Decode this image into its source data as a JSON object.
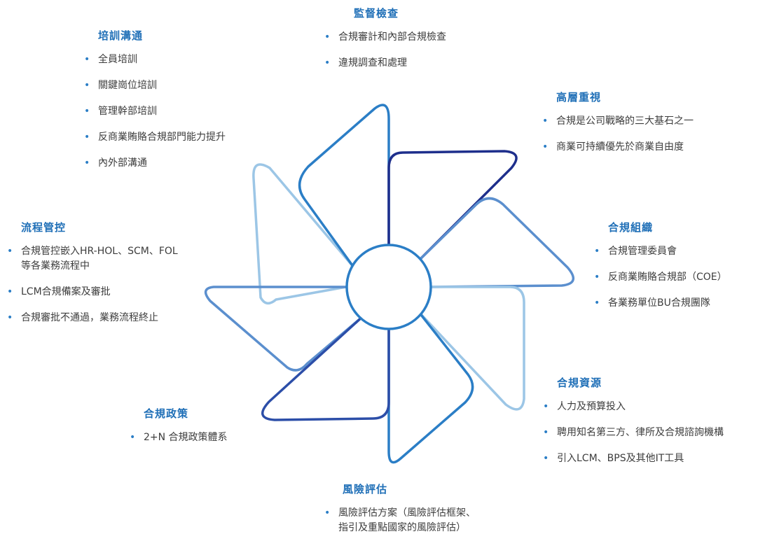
{
  "sections": {
    "jiandu": {
      "title": "監督檢查",
      "items": [
        "合規審計和內部合規檢查",
        "違規調查和處理"
      ]
    },
    "peixun": {
      "title": "培訓溝通",
      "items": [
        "全員培訓",
        "關鍵崗位培訓",
        "管理幹部培訓",
        "反商業賄賂合規部門能力提升",
        "內外部溝通"
      ]
    },
    "gaoceng": {
      "title": "高層重視",
      "items": [
        "合規是公司戰略的三大基石之一",
        "商業可持續優先於商業自由度"
      ]
    },
    "liucheng": {
      "title": "流程管控",
      "items": [
        [
          "合規管控嵌入HR-HOL、SCM、FOL",
          "等各業務流程中"
        ],
        "LCM合規備案及審批",
        "合規審批不通過，業務流程終止"
      ]
    },
    "zuzhi": {
      "title": "合規組織",
      "items": [
        "合規管理委員會",
        "反商業賄賂合規部（COE）",
        "各業務單位BU合規團隊"
      ]
    },
    "ziyuan": {
      "title": "合規資源",
      "items": [
        "人力及預算投入",
        "聘用知名第三方、律所及合規諮詢機構",
        "引入LCM、BPS及其他IT工具"
      ]
    },
    "zhengce": {
      "title": "合規政策",
      "items": [
        "2+N 合規政策體系"
      ]
    },
    "fengxian": {
      "title": "風險評估",
      "items": [
        [
          "風險評估方案（風險評估框架、",
          "指引及重點國家的風險評估）"
        ]
      ]
    }
  },
  "colors": {
    "title": "#1f6fb7",
    "bullet": "#2b7ec6",
    "blade_light": "#9cc6e6",
    "blade_mid": "#5b8fce",
    "blade_bright": "#2b7ec6",
    "blade_dark": "#1e2f8c",
    "blade_dark2": "#2c4ea8"
  },
  "icons": [
    "pinwheel-blade"
  ]
}
